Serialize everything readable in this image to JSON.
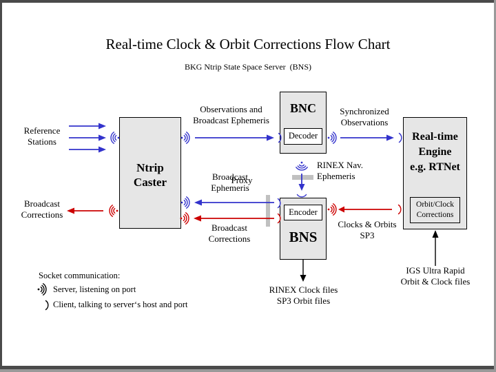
{
  "title": "Real-time Clock & Orbit Corrections Flow Chart",
  "subtitle": "BKG Ntrip State Space Server  (BNS)",
  "colors": {
    "blue": "#3333CC",
    "red": "#CC0000",
    "black": "#000000",
    "box_fill": "#E6E6E6",
    "subbox_fill": "#FFFFFF",
    "proxy_bar": "#C0C0C0",
    "frame_dark": "#4A4A4A",
    "frame_light": "#999999"
  },
  "boxes": {
    "ntrip_caster": {
      "line1": "Ntrip",
      "line2": "Caster"
    },
    "bnc": {
      "title": "BNC",
      "sub": "Decoder"
    },
    "bns": {
      "title": "BNS",
      "sub": "Encoder"
    },
    "engine": {
      "line1": "Real-time",
      "line2": "Engine",
      "line3": "e.g. RTNet",
      "sub_line1": "Orbit/Clock",
      "sub_line2": "Corrections"
    }
  },
  "labels": {
    "reference_stations": {
      "line1": "Reference",
      "line2": "Stations"
    },
    "broadcast_corrections_left": {
      "line1": "Broadcast",
      "line2": "Corrections"
    },
    "observations": {
      "line1": "Observations and",
      "line2": "Broadcast Ephemeris"
    },
    "synchronized": {
      "line1": "Synchronized",
      "line2": "Observations"
    },
    "rinex_nav": {
      "line1": "RINEX Nav.",
      "line2": "Ephemeris"
    },
    "broadcast_ephemeris": {
      "line1": "Broadcast",
      "line2": "Ephemeris"
    },
    "proxy": "Proxy",
    "broadcast_corrections_mid": {
      "line1": "Broadcast",
      "line2": "Corrections"
    },
    "clocks_orbits": {
      "line1": "Clocks & Orbits",
      "line2": "SP3"
    },
    "rinex_clock_files": {
      "line1": "RINEX Clock files",
      "line2": "SP3 Orbit files"
    },
    "igs": {
      "line1": "IGS Ultra Rapid",
      "line2": "Orbit & Clock files"
    }
  },
  "legend": {
    "heading": "Socket communication:",
    "server": "Server, listening on port",
    "client": "Client, talking to server‘s host and port"
  },
  "icons": {
    "server_socket": "dot with three radiating arcs (listening port)",
    "client_socket": "single arc (client connection)"
  }
}
